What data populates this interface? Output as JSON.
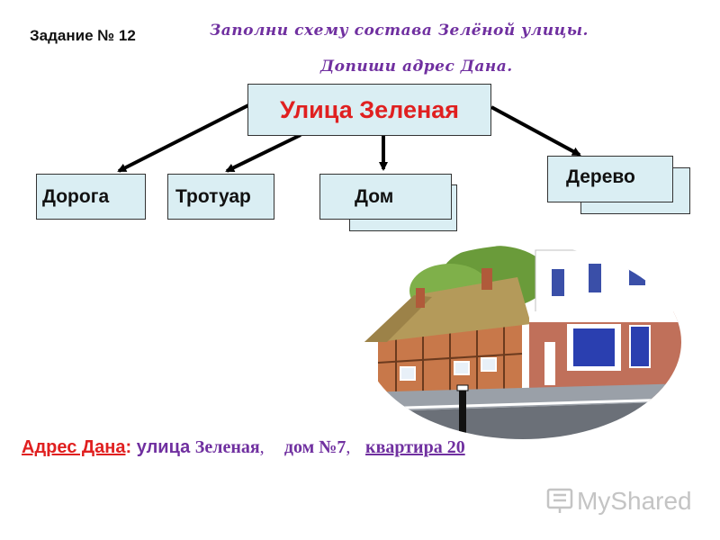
{
  "task": {
    "label": "Задание № 12"
  },
  "instructions": {
    "line1": "Заполни схему состава Зелёной улицы.",
    "line2": "Допиши адрес Дана."
  },
  "scheme": {
    "main": "Улица Зеленая",
    "children": [
      "Дорога",
      "Тротуар",
      "Дом",
      "Дерево"
    ]
  },
  "address": {
    "label": "Адрес Дана",
    "colon": ":",
    "street_word": "улица",
    "street_name": "Зеленая",
    "sep1": ",",
    "house": "дом №7",
    "sep2": ",",
    "flat": "квартира 20"
  },
  "watermark": {
    "text": "MyShared"
  },
  "colors": {
    "accent_red": "#e02020",
    "purple": "#7030a0",
    "box_fill": "#daeef3"
  }
}
